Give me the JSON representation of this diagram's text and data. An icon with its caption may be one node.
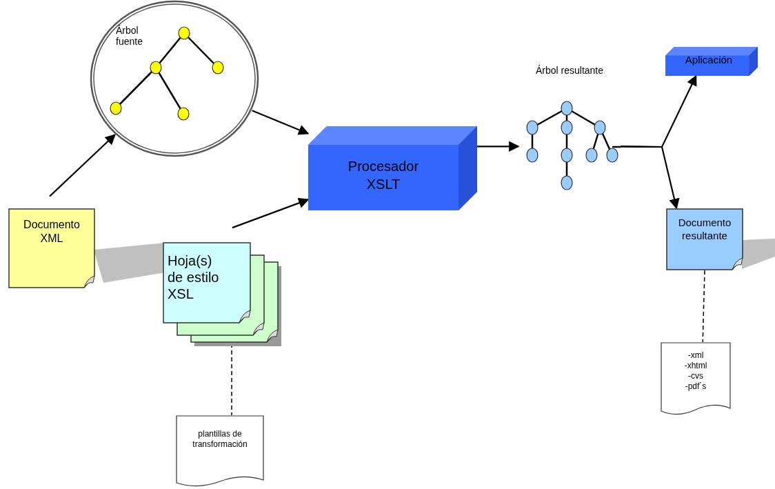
{
  "diagram": {
    "nodes": [
      {
        "text": [
          "Documento XML"
        ]
      },
      {
        "text": [
          "Árbol fuente"
        ]
      },
      {
        "text": [
          "Procesador XSLT"
        ]
      },
      {
        "text": [
          "Hoja(s) de estilo XSL"
        ]
      },
      {
        "text": [
          "plantillas de transformación"
        ]
      },
      {
        "text": [
          "Árbol resultante"
        ]
      },
      {
        "text": [
          "Aplicación"
        ]
      },
      {
        "text": [
          "Documento resultante"
        ]
      },
      {
        "text": [
          "-xml",
          "-xhtml",
          "-cvs",
          "-pdf´s"
        ]
      }
    ],
    "edges": [
      {
        "from": 0,
        "to": 1,
        "arrow": "to"
      },
      {
        "from": 1,
        "to": 2,
        "arrow": "to"
      },
      {
        "from": 3,
        "to": 2,
        "arrow": "to"
      },
      {
        "from": 2,
        "to": 5,
        "arrow": "to"
      },
      {
        "from": 5,
        "to": 6,
        "arrow": "to"
      },
      {
        "from": 5,
        "to": 7,
        "arrow": "to"
      },
      {
        "from": 3,
        "to": 4,
        "arrow": "none",
        "style": "dashed"
      },
      {
        "from": 7,
        "to": 8,
        "arrow": "none",
        "style": "dashed"
      }
    ]
  }
}
